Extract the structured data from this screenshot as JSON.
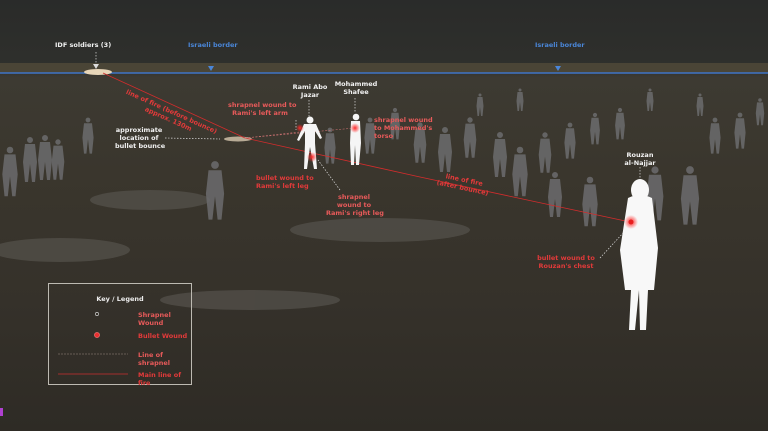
{
  "labels": {
    "idf_soldiers": "IDF soldiers (3)",
    "border_left": "Israeli border",
    "border_right": "Israeli border",
    "line_before_1": "line of fire (before bounce)",
    "line_before_2": "approx. 130m",
    "bounce_1": "approximate",
    "bounce_2": "location of",
    "bounce_3": "bullet bounce",
    "rami_1": "Rami Abo",
    "rami_2": "Jazar",
    "mohammed_1": "Mohammed",
    "mohammed_2": "Shafee",
    "rami_arm_1": "shrapnel wound to",
    "rami_arm_2": "Rami's left arm",
    "moh_torso_1": "shrapnel wound",
    "moh_torso_2": "to Mohammed's",
    "moh_torso_3": "torso",
    "rami_leftleg_1": "bullet wound to",
    "rami_leftleg_2": "Rami's left leg",
    "rami_rightleg_1": "shrapnel",
    "rami_rightleg_2": "wound to",
    "rami_rightleg_3": "Rami's right leg",
    "line_after_1": "line of fire",
    "line_after_2": "(after bounce)",
    "rouzan_1": "Rouzan",
    "rouzan_2": "al-Najjar",
    "rouzan_chest_1": "bullet wound to",
    "rouzan_chest_2": "Rouzan's chest"
  },
  "legend": {
    "title": "Key / Legend",
    "items": [
      {
        "label": "Shrapnel Wound",
        "icon": "hollow-circle"
      },
      {
        "label": "Bullet Wound",
        "icon": "red-dot"
      },
      {
        "label": "Line of shrapnel",
        "icon": "dashed-line"
      },
      {
        "label": "Main line of fire",
        "icon": "red-line"
      }
    ]
  },
  "colors": {
    "border": "#4a86d8",
    "fire": "#e23a3a",
    "shrapnel": "#e85a5a",
    "figure_highlight": "#f5f5f5",
    "crowd": "#6e6e70"
  }
}
